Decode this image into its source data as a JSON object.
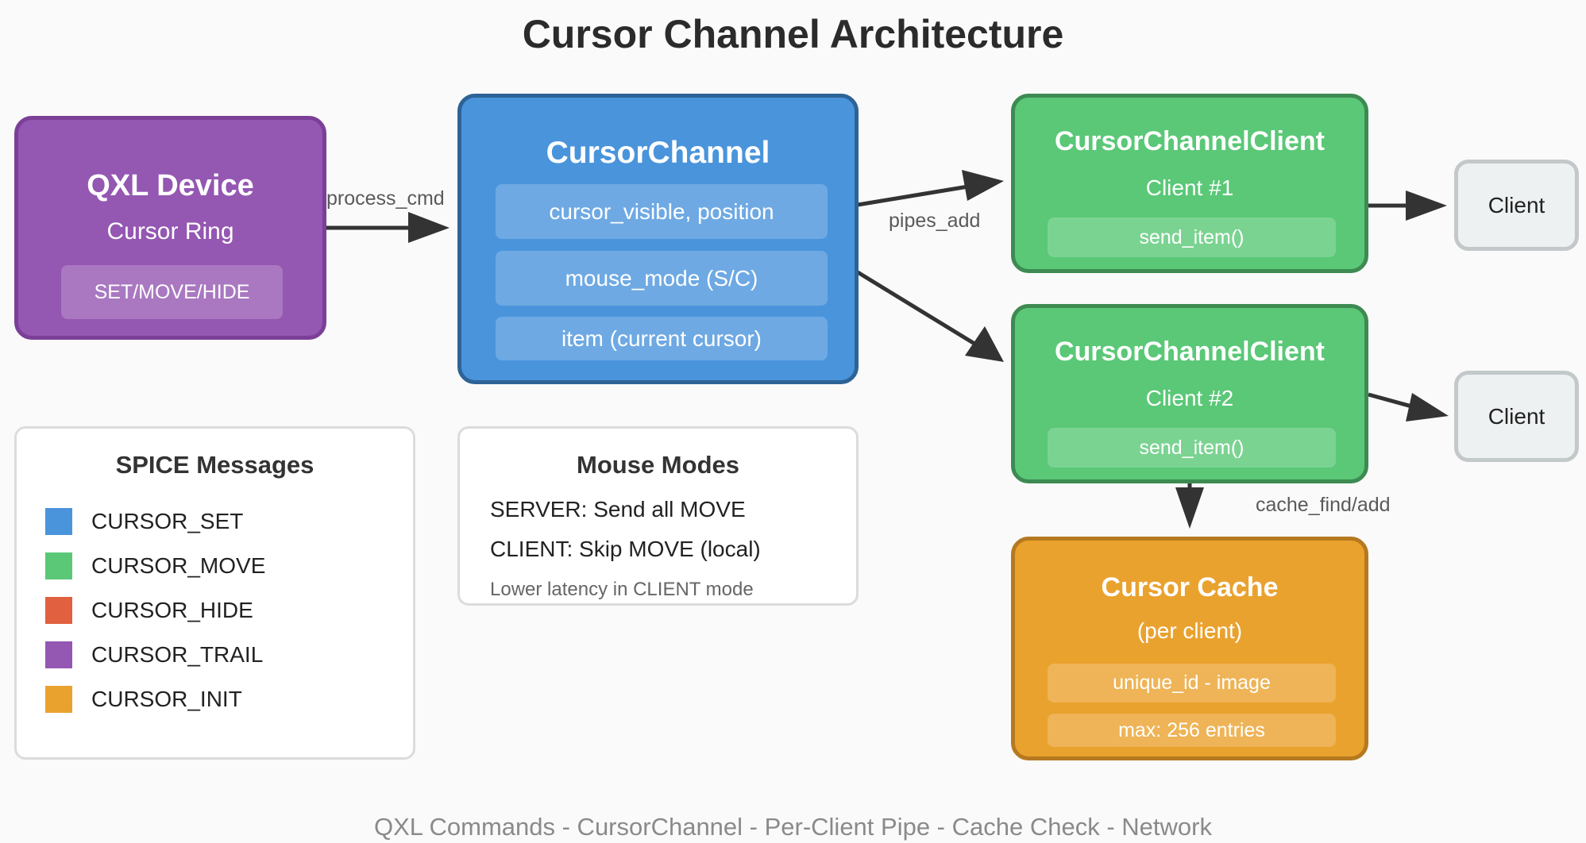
{
  "title": "Cursor Channel Architecture",
  "footer": "QXL Commands - CursorChannel - Per-Client Pipe - Cache Check - Network",
  "colors": {
    "qxl": "#9457b2",
    "qxl_border": "#7b3f97",
    "channel": "#4a94dc",
    "channel_border": "#2d6396",
    "client_box": "#5ac877",
    "client_border": "#3d8a52",
    "cache": "#eaa22e",
    "cache_border": "#b5791f",
    "arrow": "#333333"
  },
  "qxl": {
    "title": "QXL Device",
    "subtitle": "Cursor Ring",
    "chip": "SET/MOVE/HIDE"
  },
  "channel": {
    "title": "CursorChannel",
    "fields": [
      "cursor_visible, position",
      "mouse_mode (S/C)",
      "item (current cursor)"
    ]
  },
  "clients": [
    {
      "title": "CursorChannelClient",
      "subtitle": "Client #1",
      "method": "send_item()",
      "peer": "Client"
    },
    {
      "title": "CursorChannelClient",
      "subtitle": "Client #2",
      "method": "send_item()",
      "peer": "Client"
    }
  ],
  "cache": {
    "title": "Cursor Cache",
    "subtitle": "(per client)",
    "rows": [
      "unique_id - image",
      "max: 256 entries"
    ]
  },
  "edges": {
    "process_cmd": "process_cmd",
    "pipes_add": "pipes_add",
    "cache": "cache_find/add"
  },
  "legend": {
    "title": "SPICE Messages",
    "items": [
      {
        "label": "CURSOR_SET",
        "color": "#4a94dc"
      },
      {
        "label": "CURSOR_MOVE",
        "color": "#5ac877"
      },
      {
        "label": "CURSOR_HIDE",
        "color": "#e0603f"
      },
      {
        "label": "CURSOR_TRAIL",
        "color": "#9457b2"
      },
      {
        "label": "CURSOR_INIT",
        "color": "#eaa22e"
      }
    ]
  },
  "modes": {
    "title": "Mouse Modes",
    "lines": [
      "SERVER: Send all MOVE",
      "CLIENT: Skip MOVE (local)"
    ],
    "note": "Lower latency in CLIENT mode"
  }
}
